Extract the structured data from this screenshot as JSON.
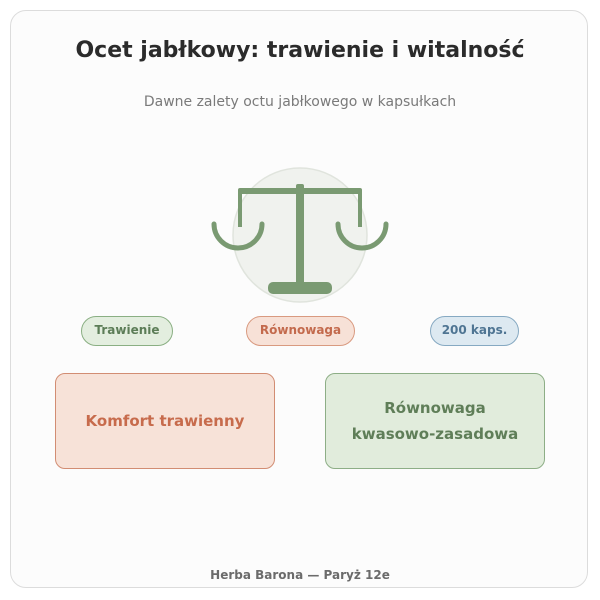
{
  "header": {
    "title": "Ocet jabłkowy: trawienie i witalność",
    "subtitle": "Dawne zalety octu jabłkowego w kapsułkach"
  },
  "tags": [
    {
      "label": "Trawienie"
    },
    {
      "label": "Równowaga"
    },
    {
      "label": "200 kaps."
    }
  ],
  "cards": [
    {
      "label": "Komfort trawienny"
    },
    {
      "line1": "Równowaga",
      "line2": "kwasowo-zasadowa"
    }
  ],
  "footer": {
    "text": "Herba Barona — Paryż 12e"
  },
  "icon": {
    "name": "balance-scale-icon"
  },
  "colors": {
    "scale": "#7a9a72",
    "accent_green": "#8aaf83",
    "accent_red": "#d99a80",
    "accent_blue": "#86a9c2"
  }
}
